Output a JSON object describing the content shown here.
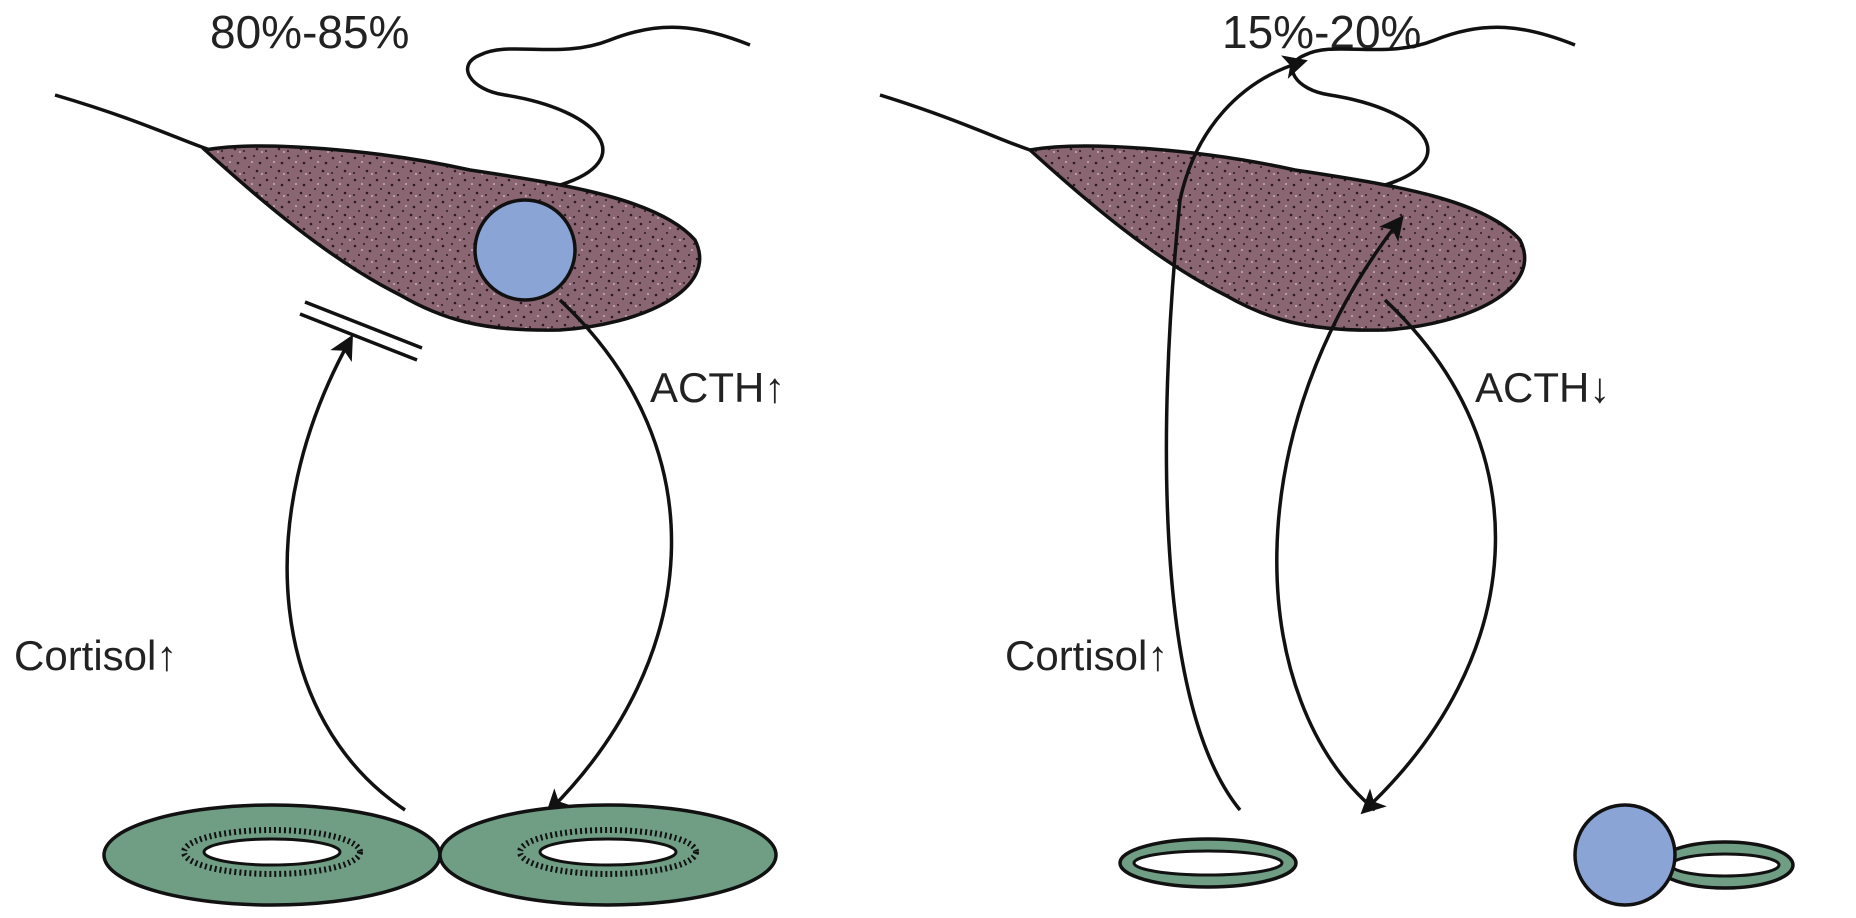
{
  "left_panel": {
    "percentage": "80%-85%",
    "hormone_label": "ACTH↑",
    "feedback_label": "Cortisol↑"
  },
  "right_panel": {
    "percentage": "15%-20%",
    "hormone_label": "ACTH↓",
    "feedback_label": "Cortisol↑"
  },
  "colors": {
    "pituitary_fill": "#8a6673",
    "tumor_fill": "#8aa4d6",
    "adrenal_fill": "#6f9e85",
    "stroke": "#111111"
  }
}
